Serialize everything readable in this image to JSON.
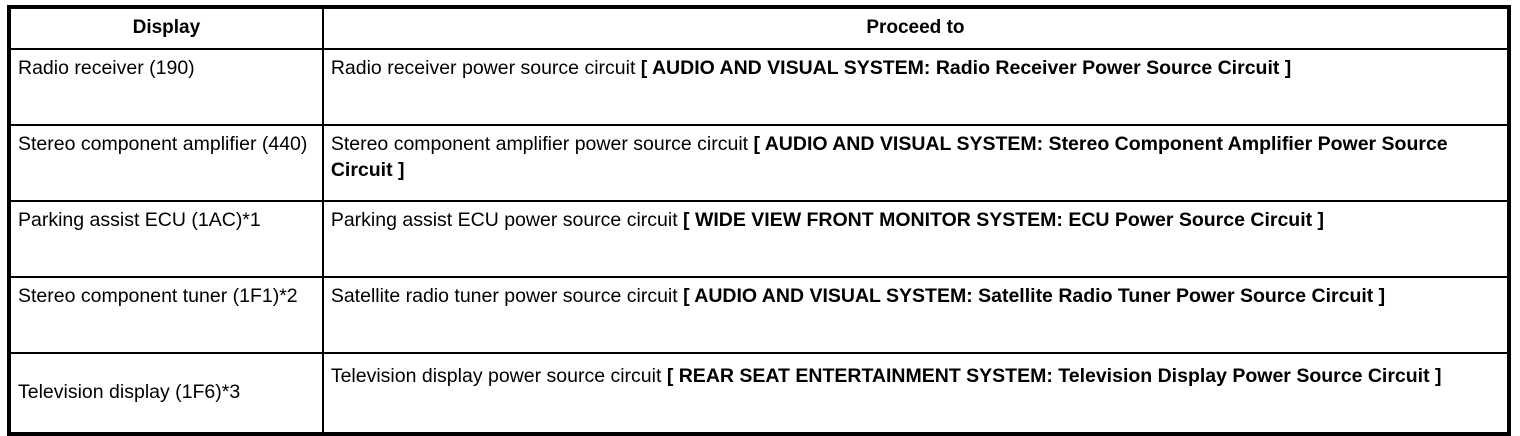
{
  "table": {
    "columns": [
      {
        "key": "display",
        "header": "Display"
      },
      {
        "key": "proceed",
        "header": "Proceed to"
      }
    ],
    "rows": [
      {
        "display": "Radio receiver (190)",
        "proceed_plain": "Radio receiver power source circuit ",
        "proceed_ref": "[ AUDIO AND VISUAL SYSTEM: Radio Receiver Power Source Circuit ]"
      },
      {
        "display": "Stereo component amplifier (440)",
        "proceed_plain": "Stereo component amplifier power source circuit ",
        "proceed_ref": "[ AUDIO AND VISUAL SYSTEM: Stereo Component Amplifier Power Source Circuit ]"
      },
      {
        "display": "Parking assist ECU (1AC)*1",
        "proceed_plain": "Parking assist ECU power source circuit ",
        "proceed_ref": "[ WIDE VIEW FRONT MONITOR SYSTEM: ECU Power Source Circuit ]"
      },
      {
        "display": "Stereo component tuner (1F1)*2",
        "proceed_plain": "Satellite radio tuner power source circuit ",
        "proceed_ref": "[ AUDIO AND VISUAL SYSTEM: Satellite Radio Tuner Power Source Circuit ]"
      },
      {
        "display": "Television display (1F6)*3",
        "proceed_plain": "Television display power source circuit ",
        "proceed_ref": "[ REAR SEAT ENTERTAINMENT SYSTEM: Television Display Power Source Circuit ]"
      }
    ]
  },
  "colors": {
    "border": "#000000",
    "text": "#000000",
    "background": "#ffffff"
  }
}
